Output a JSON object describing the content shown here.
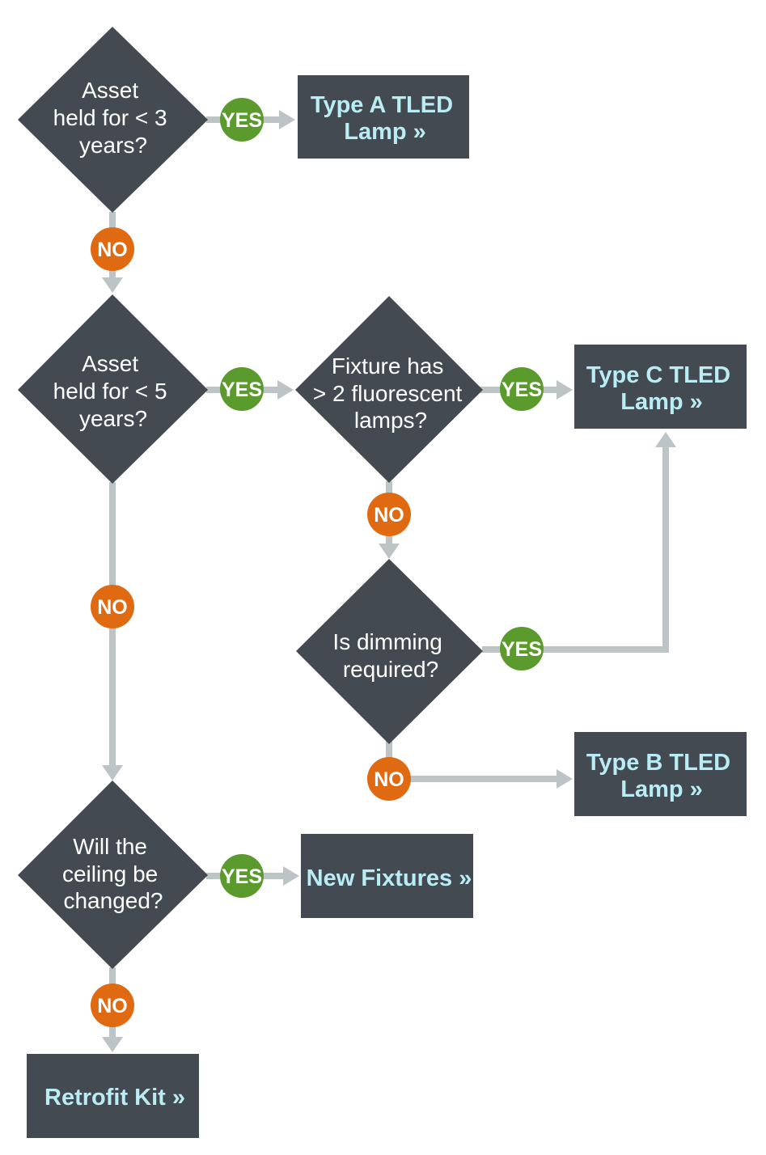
{
  "colors": {
    "node_fill": "#434a51",
    "connector": "#bcc4c6",
    "yes": "#5b9a2d",
    "no": "#e06a12",
    "outcome_text": "#b9ecf4",
    "question_text": "#ffffff"
  },
  "questions": {
    "q1": {
      "lines": [
        "Asset",
        "held for < 3",
        "years?"
      ]
    },
    "q2": {
      "lines": [
        "Asset",
        "held for < 5",
        "years?"
      ]
    },
    "q3": {
      "lines": [
        "Fixture has",
        "> 2 fluorescent",
        "lamps?"
      ]
    },
    "q4": {
      "lines": [
        "Is dimming",
        "required?"
      ]
    },
    "q5": {
      "lines": [
        "Will the",
        "ceiling be",
        "changed?"
      ]
    }
  },
  "outcomes": {
    "type_a": {
      "lines": [
        "Type A TLED",
        "Lamp »"
      ]
    },
    "type_c": {
      "lines": [
        "Type C TLED",
        "Lamp »"
      ]
    },
    "type_b": {
      "lines": [
        "Type B TLED",
        "Lamp »"
      ]
    },
    "new_fixtures": {
      "lines": [
        "New Fixtures »"
      ]
    },
    "retrofit_kit": {
      "lines": [
        "Retrofit Kit »"
      ]
    }
  },
  "labels": {
    "yes": "YES",
    "no": "NO"
  }
}
